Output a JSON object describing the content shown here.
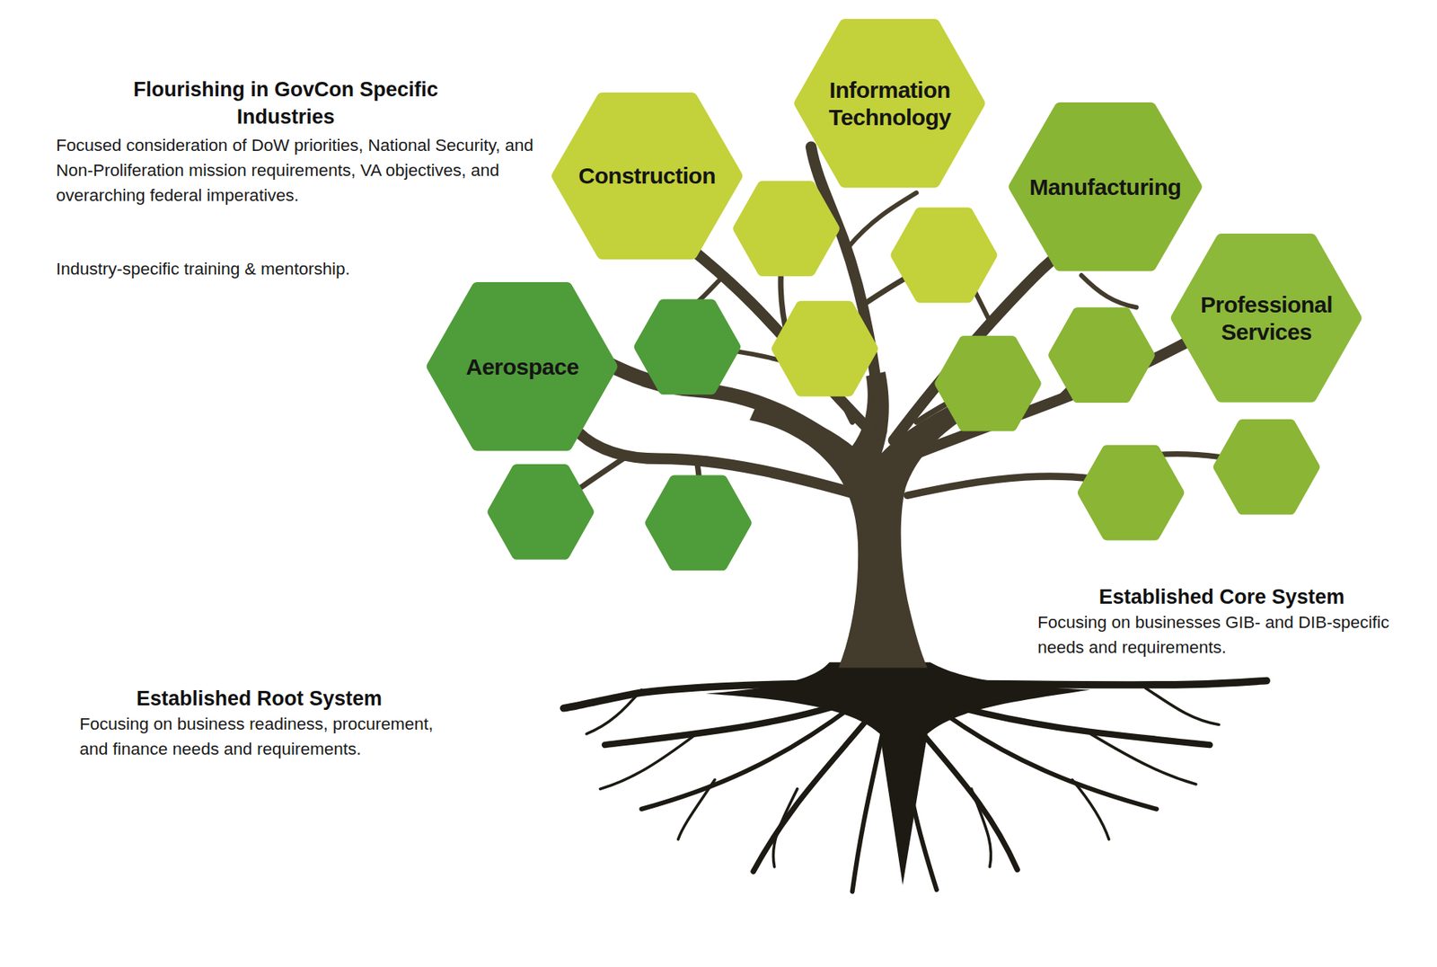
{
  "diagram": {
    "nodes": [
      {
        "text": [
          "Information Technology"
        ]
      },
      {
        "text": [
          "Construction"
        ]
      },
      {
        "text": [
          "Manufacturing"
        ]
      },
      {
        "text": [
          "Professional Services"
        ]
      },
      {
        "text": [
          "Aerospace"
        ]
      }
    ],
    "labels": [
      "Flourishing in GovCon Specific Industries",
      "Focused consideration of DoW priorities, National Security, and Non-Proliferation mission requirements, VA objectives, and overarching federal imperatives.",
      "Industry-specific training & mentorship.",
      "Established Root System",
      "Focusing on business readiness, procurement, and finance needs and requirements.",
      "Established Core System",
      "Focusing on businesses GIB- and DIB-specific needs and requirements."
    ]
  }
}
